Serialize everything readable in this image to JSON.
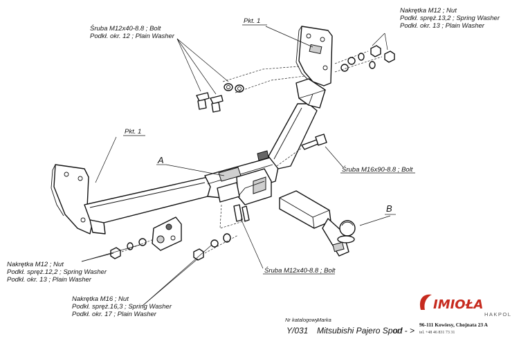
{
  "labels": {
    "pkt1_top": "Pkt. 1",
    "pkt1_left": "Pkt. 1",
    "letter_a": "A",
    "letter_b": "B",
    "bolt_top_line1": "Śruba M12x40-8.8 ;  Bolt",
    "bolt_top_line2": "Podkł. okr. 12 ; Plain Washer",
    "nut_top_line1": "Nakrętka  M12 ; Nut",
    "nut_top_line2": "Podkł. spręż.13,2 ; Spring Washer",
    "nut_top_line3": "Podkł. okr. 13 ; Plain Washer",
    "bolt_m16": "Śruba M16x90-8.8 ;  Bolt",
    "nut_left_line1": "Nakrętka  M12 ; Nut",
    "nut_left_line2": "Podkł. spręż.12,2 ; Spring Washer",
    "nut_left_line3": "Podkł. okr. 13 ; Plain Washer",
    "bolt_bottom": "Śruba M12x40-8.8 ;  Bolt",
    "nut_m16_line1": "Nakrętka  M16 ; Nut",
    "nut_m16_line2": "Podkł. spręż.16,3 ; Spring Washer",
    "nut_m16_line3": "Podkł. okr. 17 ; Plain Washer"
  },
  "footer": {
    "catalog_caption": "Nr katalogowy",
    "brand_caption": "Marka",
    "catalog_number": "Y/031",
    "model": "Mitsubishi Pajero Sport",
    "from_label": "od - >"
  },
  "company": {
    "logo_text": "IMIOŁA",
    "logo_sub": "HAKPOL",
    "address": "96-111 Kowiesy, Chojnata 23 A",
    "phone": "tel. +48 46 831 73 31",
    "brand_color": "#c62a1e"
  }
}
